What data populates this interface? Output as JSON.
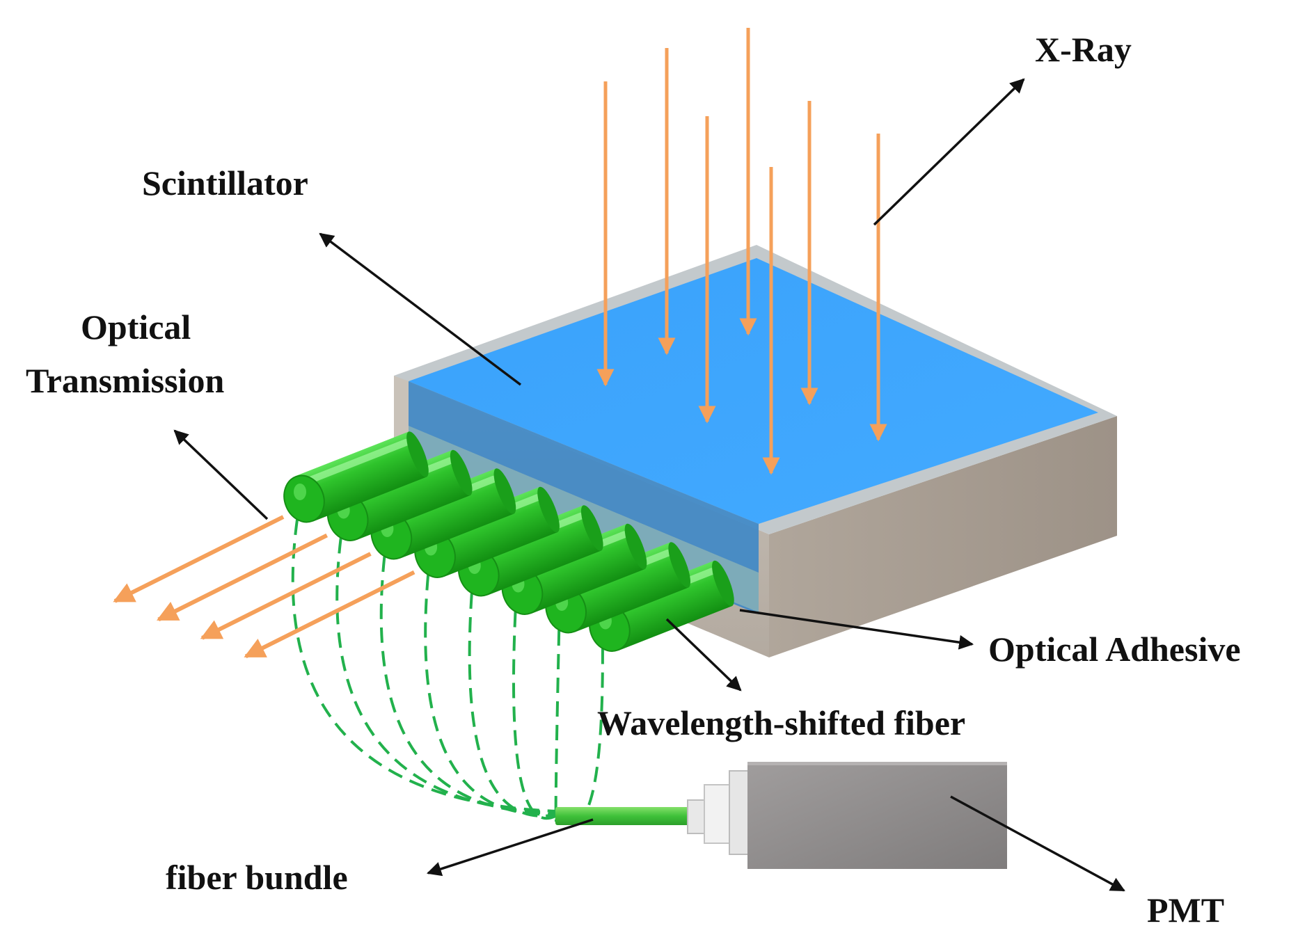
{
  "labels": {
    "xray": "X-Ray",
    "scintillator": "Scintillator",
    "optical_transmission_line1": "Optical",
    "optical_transmission_line2": "Transmission",
    "optical_adhesive": "Optical Adhesive",
    "wls_fiber": "Wavelength-shifted fiber",
    "fiber_bundle": "fiber bundle",
    "pmt": "PMT"
  },
  "colors": {
    "scintillator_top": "#3ca6ff",
    "scintillator_rim": "#c3c9cc",
    "box_front": "#b9b0a6",
    "box_side": "#a59b90",
    "fiber_green": "#1fb31f",
    "fiber_highlight": "#8ef08a",
    "dashed_green": "#22b14c",
    "ray_orange": "#f5a05a",
    "pmt_grey": "#8f8c8c",
    "pointer_black": "#111111"
  },
  "icons": {
    "xray_arrows": "down-arrow",
    "emission_arrows": "arrow",
    "pointer_arrows": "arrow"
  },
  "fiber_count": 8
}
